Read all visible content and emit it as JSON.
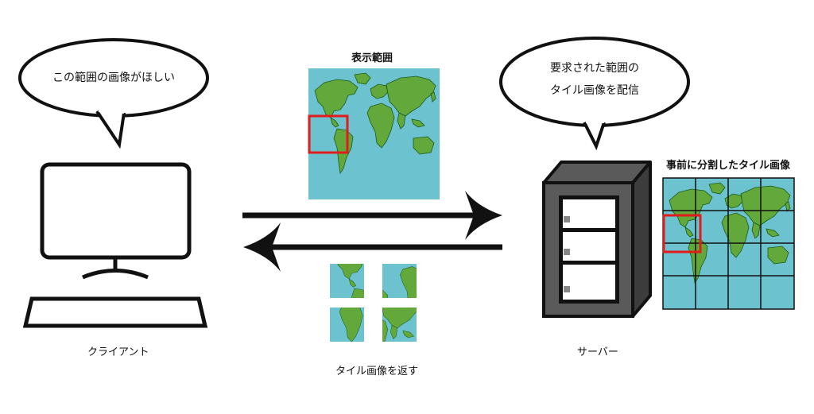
{
  "client": {
    "bubble": "この範囲の画像がほしい",
    "label": "クライアント"
  },
  "server": {
    "bubble_line1": "要求された範囲の",
    "bubble_line2": "タイル画像を配信",
    "label": "サーバー",
    "pretiled_title": "事前に分割したタイル画像"
  },
  "request": {
    "title": "表示範囲"
  },
  "response": {
    "caption": "タイル画像を返す"
  },
  "colors": {
    "ocean": "#6cc3cf",
    "land": "#63a83a",
    "land_dark": "#1b5a1b",
    "highlight": "#e21b1b",
    "outline": "#111111",
    "server_body": "#5a5a5a",
    "server_side": "#3c3c3c"
  }
}
